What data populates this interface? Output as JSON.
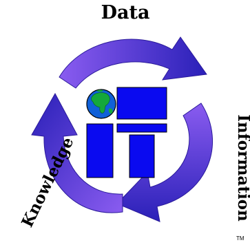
{
  "cycle": {
    "top_label": "Data",
    "right_label": "Information",
    "left_label": "Knowledge"
  },
  "trademark": "TM",
  "colors": {
    "arrow_light": "#8a5cf0",
    "arrow_dark": "#1a1aa0",
    "logo_blue": "#0a0af0",
    "globe_ocean": "#1060d8",
    "globe_land": "#14a83a",
    "background": "#ffffff"
  },
  "icons": [
    "recycle-arrows",
    "globe-icon",
    "it-logo-blocks"
  ]
}
